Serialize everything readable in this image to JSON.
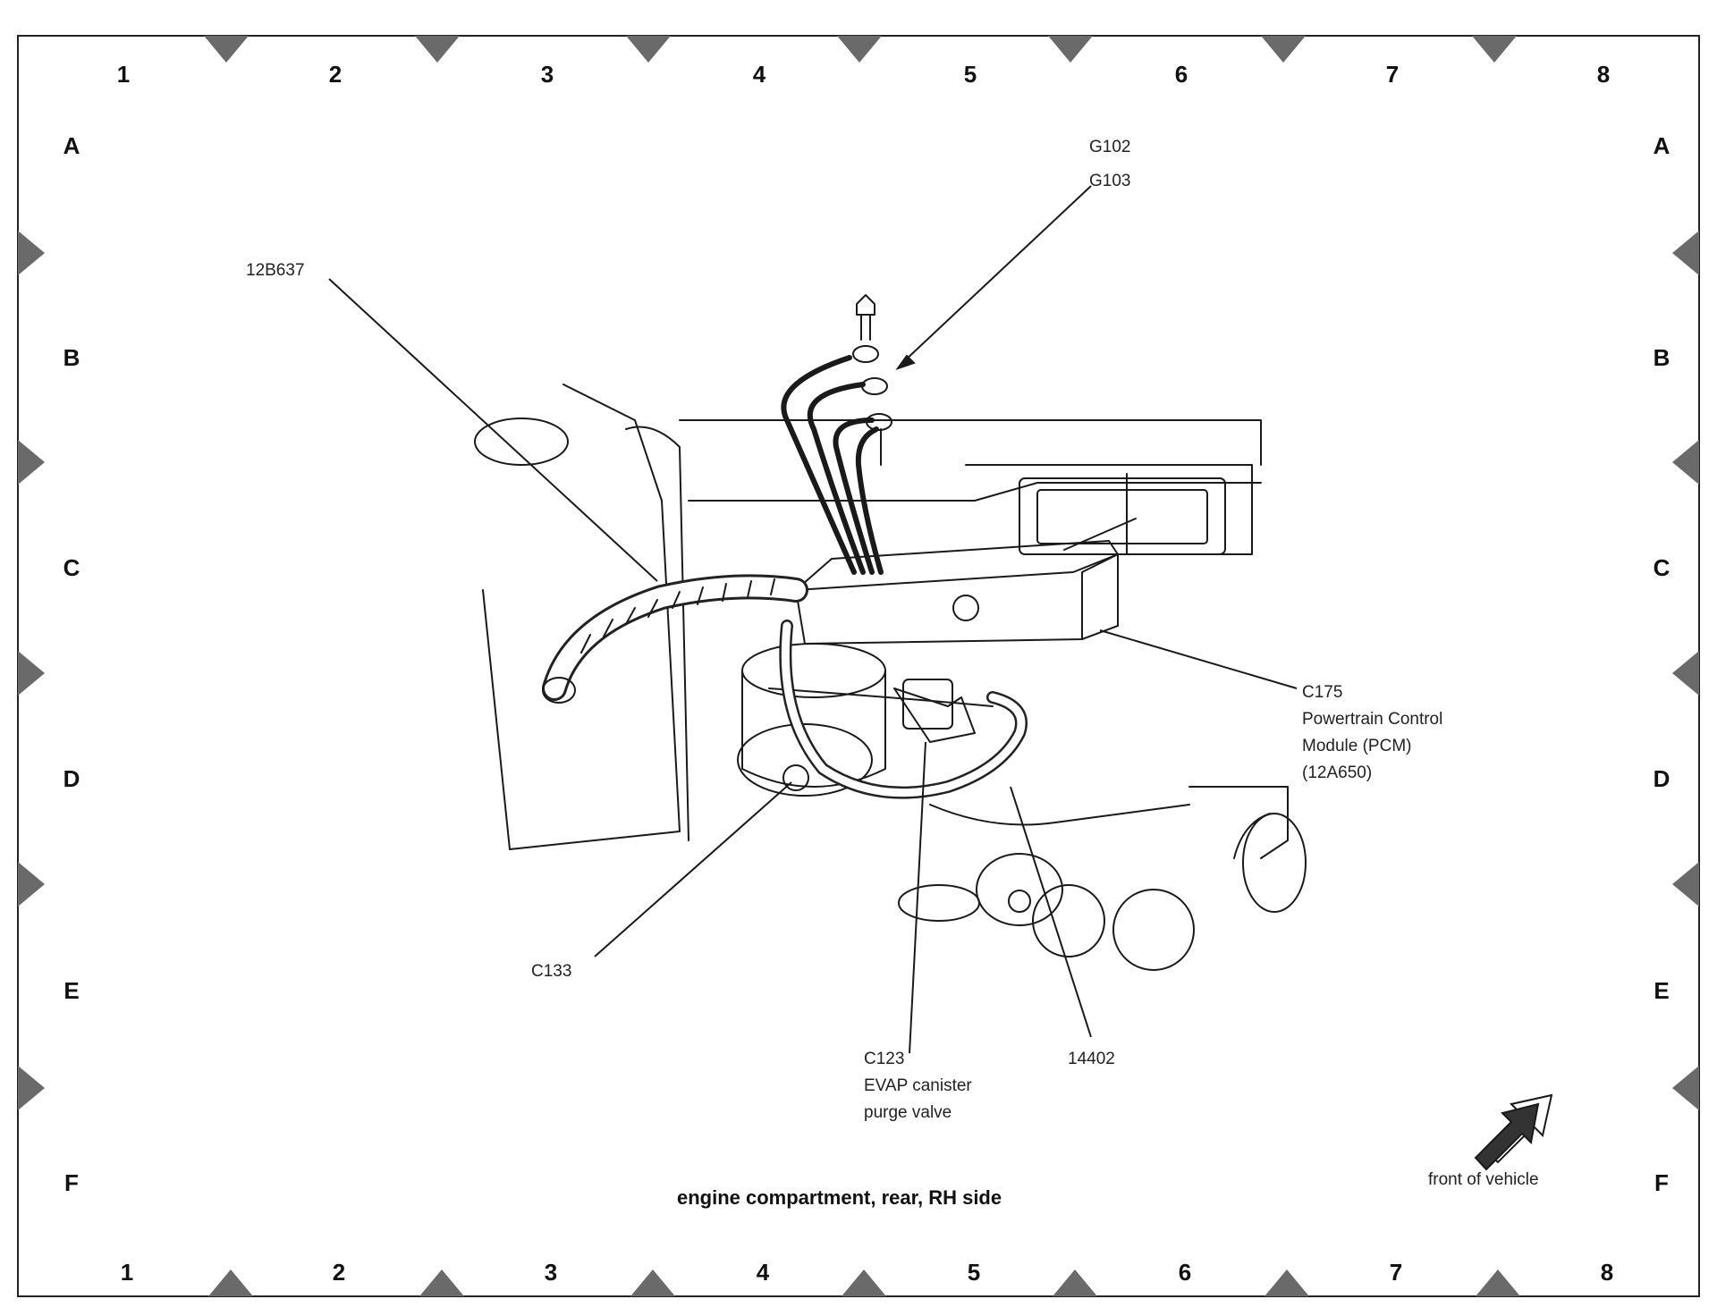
{
  "grid": {
    "columns": [
      "1",
      "2",
      "3",
      "4",
      "5",
      "6",
      "7",
      "8"
    ],
    "rows": [
      "A",
      "B",
      "C",
      "D",
      "E",
      "F"
    ]
  },
  "callouts": {
    "g102": "G102",
    "g103": "G103",
    "harness_12b637": "12B637",
    "c175": "C175",
    "pcm_line1": "Powertrain Control",
    "pcm_line2": "Module (PCM)",
    "pcm_line3": "(12A650)",
    "c133": "C133",
    "c123": "C123",
    "evap_line1": "EVAP canister",
    "evap_line2": "purge valve",
    "hose_14402": "14402"
  },
  "caption": "engine compartment, rear, RH side",
  "front_label": "front of vehicle",
  "colors": {
    "line": "#1a1a1a",
    "marker": "#666666",
    "arrow_fill": "#3a3a3a"
  }
}
